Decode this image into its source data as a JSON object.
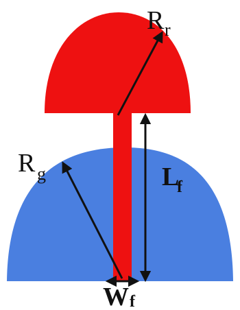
{
  "colors": {
    "cap": "#ee1111",
    "ground": "#4a7fe0",
    "stem": "#ee1111",
    "arrow": "#111111",
    "background": "#ffffff"
  },
  "labels": {
    "rr_main": "R",
    "rr_sub": "r",
    "rg_main": "R",
    "rg_sub": "g",
    "lf_main": "L",
    "lf_sub": "f",
    "wf_main": "W",
    "wf_sub": "f"
  }
}
